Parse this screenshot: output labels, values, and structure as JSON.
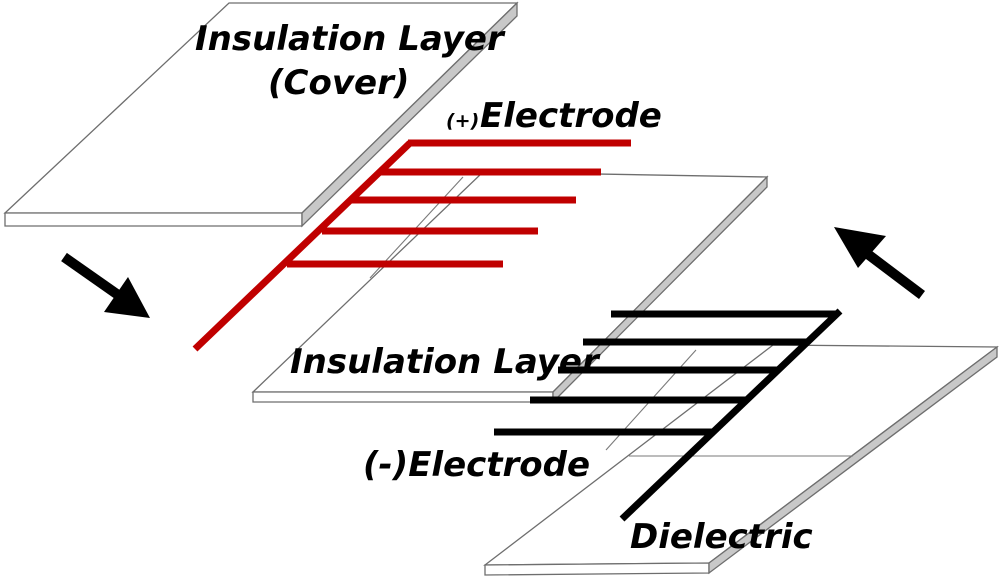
{
  "labels": {
    "cover": [
      "Insulation Layer",
      "(Cover)"
    ],
    "pos_prefix": "(+)",
    "pos_main": "Electrode",
    "middle": "Insulation Layer",
    "neg": "(-)Electrode",
    "dielectric": "Dielectric"
  },
  "colors": {
    "positive_electrode": "#c00000",
    "negative_electrode": "#000000",
    "plate_edge": "#c8c8c8",
    "arrow": "#000000"
  }
}
